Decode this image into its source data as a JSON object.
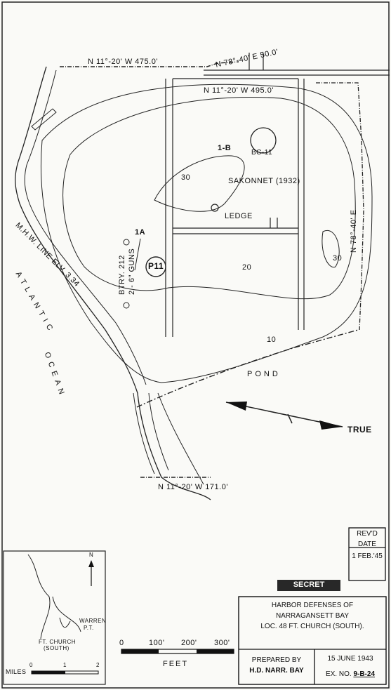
{
  "map": {
    "boundary_labels": {
      "north_a": "N 11°-20' W  475.0'",
      "north_b": "N 78°-40' E  50.0'",
      "north_c": "N 11°-20' W  495.0'",
      "east": "N 78°-40' E",
      "south": "N 11°-20' W  171.0'"
    },
    "features": {
      "station_1b": "1-B",
      "bc": "BC-11",
      "sakonnet": "SAKONNET (1932)",
      "ledge": "LEDGE",
      "station_1a": "1A",
      "p11": "P11",
      "btry_a": "BTRY. 212",
      "btry_b": "2 - 6\" GUNS",
      "shore": "M.H.W. LINE ELV. 3.34",
      "ocean_a": "ATLANTIC",
      "ocean_b": "OCEAN",
      "pond": "POND",
      "true_north": "TRUE"
    },
    "contours": [
      "30",
      "20",
      "10",
      "30"
    ]
  },
  "scale": {
    "ticks": [
      "0",
      "100'",
      "200'",
      "300'"
    ],
    "unit": "FEET"
  },
  "inset": {
    "warren": "WARREN",
    "warren_pt": "P.T.",
    "church_a": "FT. CHURCH",
    "church_b": "(SOUTH)",
    "miles_label": "MILES",
    "miles_ticks": [
      "0",
      "1",
      "2"
    ],
    "north": "N"
  },
  "revision": {
    "header_a": "REV'D",
    "header_b": "DATE",
    "date": "1 FEB.'45"
  },
  "title_block": {
    "line1": "HARBOR DEFENSES OF",
    "line2": "NARRAGANSETT BAY",
    "line3": "LOC. 48  FT. CHURCH (SOUTH).",
    "prepared_a": "PREPARED BY",
    "prepared_b": "H.D. NARR. BAY",
    "date": "15 JUNE 1943",
    "exno_label": "EX. NO.",
    "exno": "9-B-24",
    "stamp": "SECRET"
  }
}
